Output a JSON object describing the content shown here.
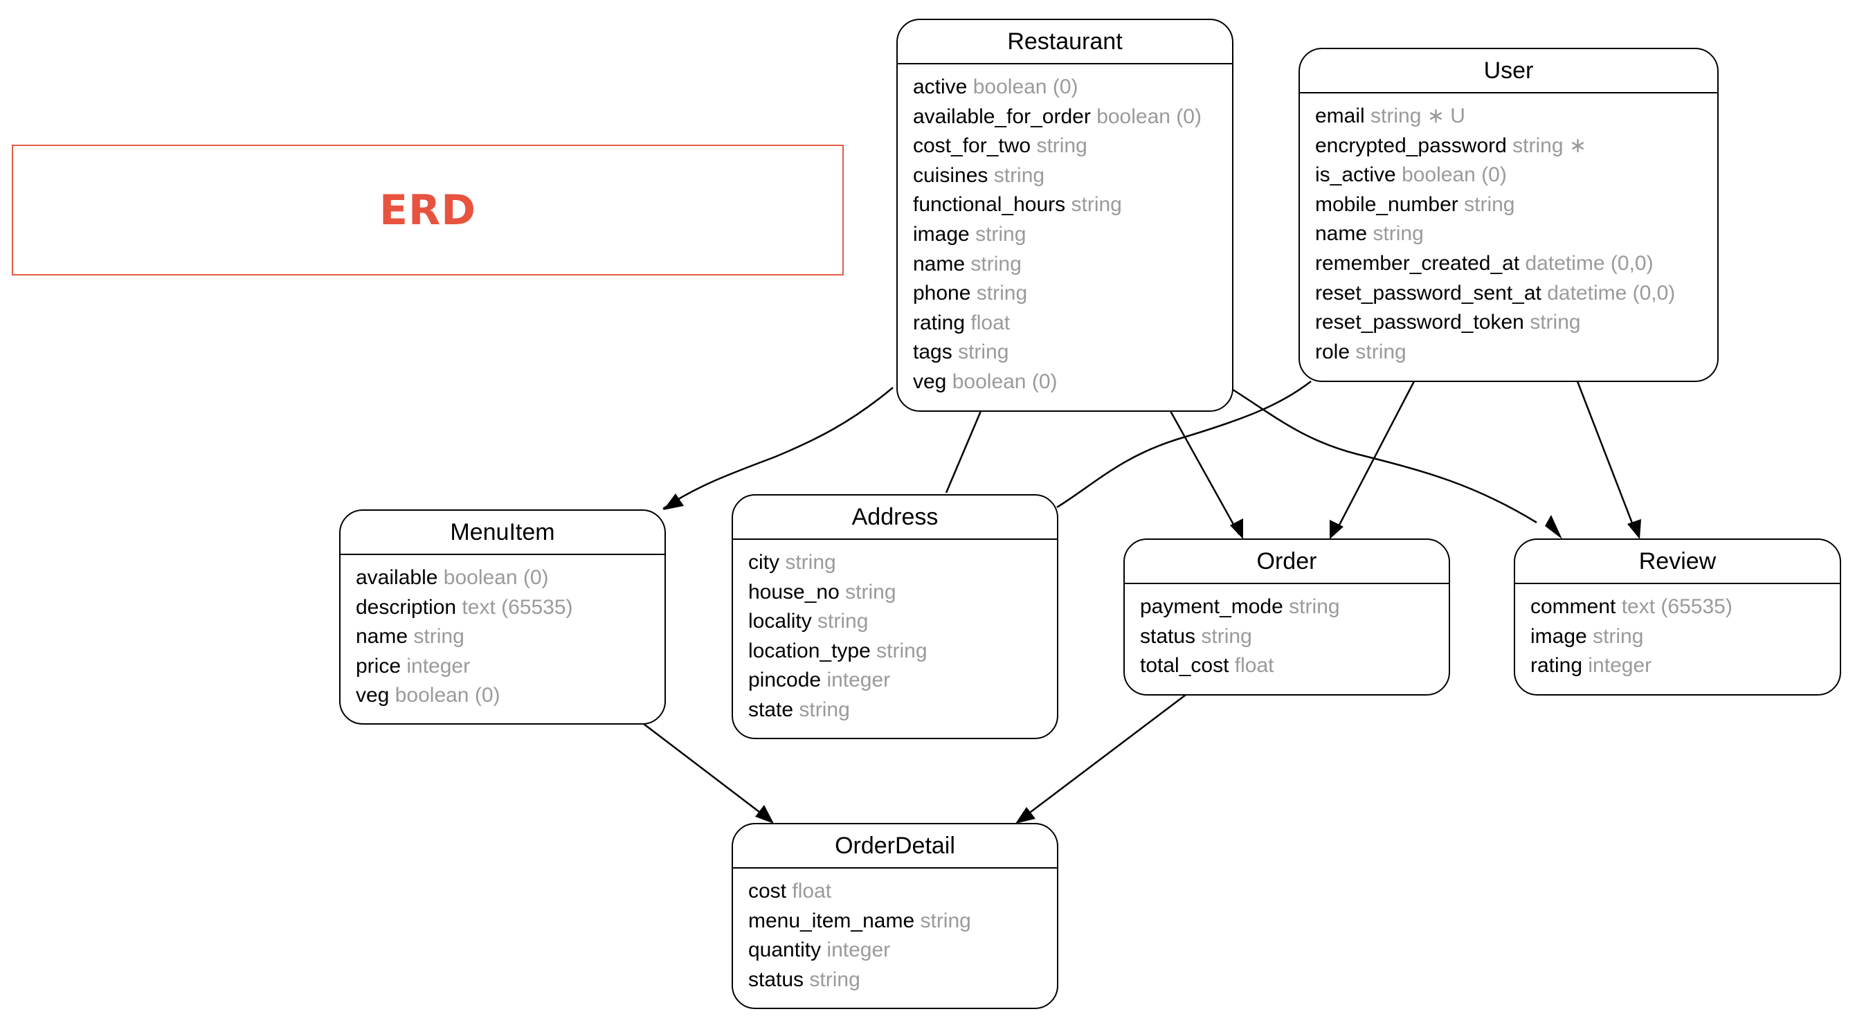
{
  "diagram": {
    "title": "ERD",
    "colors": {
      "title": "#e8533f",
      "attribute_type": "#9a9a9a",
      "line": "#000000"
    },
    "entities": {
      "restaurant": {
        "name": "Restaurant",
        "attributes": [
          {
            "name": "active",
            "type": "boolean (0)"
          },
          {
            "name": "available_for_order",
            "type": "boolean (0)"
          },
          {
            "name": "cost_for_two",
            "type": "string"
          },
          {
            "name": "cuisines",
            "type": "string"
          },
          {
            "name": "functional_hours",
            "type": "string"
          },
          {
            "name": "image",
            "type": "string"
          },
          {
            "name": "name",
            "type": "string"
          },
          {
            "name": "phone",
            "type": "string"
          },
          {
            "name": "rating",
            "type": "float"
          },
          {
            "name": "tags",
            "type": "string"
          },
          {
            "name": "veg",
            "type": "boolean (0)"
          }
        ]
      },
      "user": {
        "name": "User",
        "attributes": [
          {
            "name": "email",
            "type": "string ∗ U"
          },
          {
            "name": "encrypted_password",
            "type": "string ∗"
          },
          {
            "name": "is_active",
            "type": "boolean (0)"
          },
          {
            "name": "mobile_number",
            "type": "string"
          },
          {
            "name": "name",
            "type": "string"
          },
          {
            "name": "remember_created_at",
            "type": "datetime (0,0)"
          },
          {
            "name": "reset_password_sent_at",
            "type": "datetime (0,0)"
          },
          {
            "name": "reset_password_token",
            "type": "string"
          },
          {
            "name": "role",
            "type": "string"
          }
        ]
      },
      "menu_item": {
        "name": "MenuItem",
        "attributes": [
          {
            "name": "available",
            "type": "boolean (0)"
          },
          {
            "name": "description",
            "type": "text (65535)"
          },
          {
            "name": "name",
            "type": "string"
          },
          {
            "name": "price",
            "type": "integer"
          },
          {
            "name": "veg",
            "type": "boolean (0)"
          }
        ]
      },
      "address": {
        "name": "Address",
        "attributes": [
          {
            "name": "city",
            "type": "string"
          },
          {
            "name": "house_no",
            "type": "string"
          },
          {
            "name": "locality",
            "type": "string"
          },
          {
            "name": "location_type",
            "type": "string"
          },
          {
            "name": "pincode",
            "type": "integer"
          },
          {
            "name": "state",
            "type": "string"
          }
        ]
      },
      "order": {
        "name": "Order",
        "attributes": [
          {
            "name": "payment_mode",
            "type": "string"
          },
          {
            "name": "status",
            "type": "string"
          },
          {
            "name": "total_cost",
            "type": "float"
          }
        ]
      },
      "review": {
        "name": "Review",
        "attributes": [
          {
            "name": "comment",
            "type": "text (65535)"
          },
          {
            "name": "image",
            "type": "string"
          },
          {
            "name": "rating",
            "type": "integer"
          }
        ]
      },
      "order_detail": {
        "name": "OrderDetail",
        "attributes": [
          {
            "name": "cost",
            "type": "float"
          },
          {
            "name": "menu_item_name",
            "type": "string"
          },
          {
            "name": "quantity",
            "type": "integer"
          },
          {
            "name": "status",
            "type": "string"
          }
        ]
      }
    },
    "relationships": [
      {
        "from": "Restaurant",
        "to": "MenuItem",
        "arrow": true
      },
      {
        "from": "Restaurant",
        "to": "Address",
        "arrow": false
      },
      {
        "from": "Restaurant",
        "to": "Order",
        "arrow": true
      },
      {
        "from": "Restaurant",
        "to": "Review",
        "arrow": true
      },
      {
        "from": "User",
        "to": "Address",
        "arrow": false
      },
      {
        "from": "User",
        "to": "Order",
        "arrow": true
      },
      {
        "from": "User",
        "to": "Review",
        "arrow": true
      },
      {
        "from": "MenuItem",
        "to": "OrderDetail",
        "arrow": true
      },
      {
        "from": "Order",
        "to": "OrderDetail",
        "arrow": true
      }
    ]
  }
}
